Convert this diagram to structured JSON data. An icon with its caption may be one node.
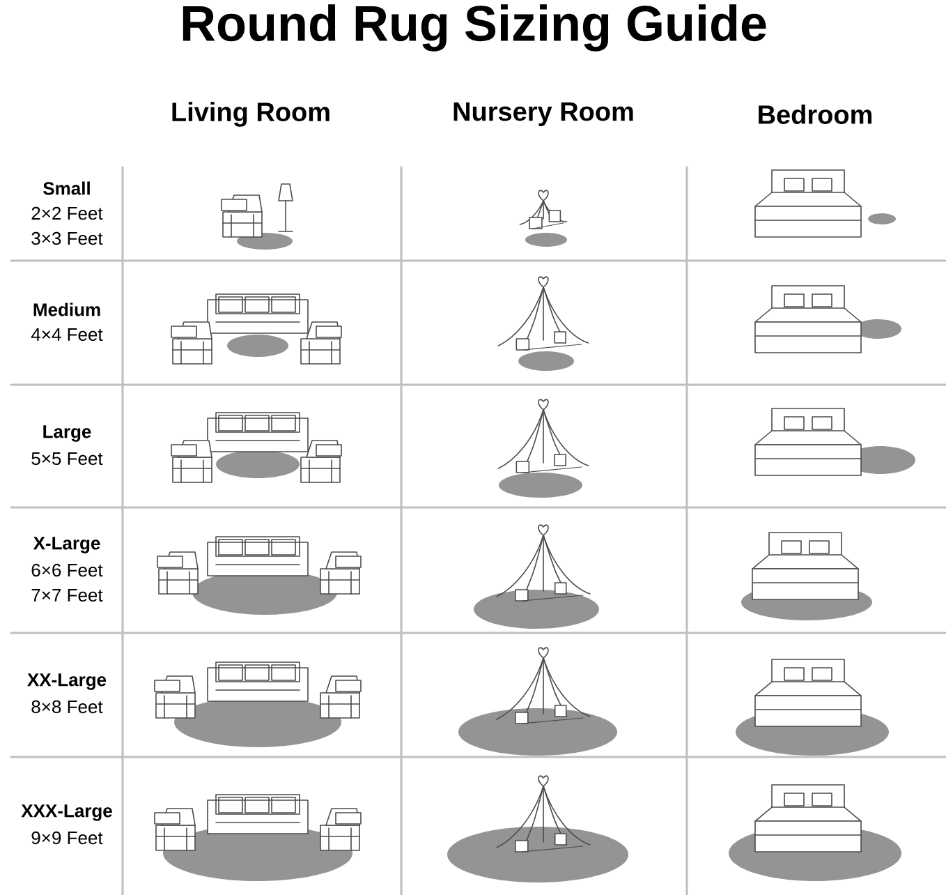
{
  "diagram": {
    "title": "Round Rug Sizing Guide",
    "labels": [
      "Living Room",
      "Nursery Room",
      "Bedroom",
      "Small",
      "2×2 Feet",
      "3×3 Feet",
      "Medium",
      "4×4 Feet",
      "Large",
      "5×5 Feet",
      "X-Large",
      "6×6 Feet",
      "7×7 Feet",
      "XX-Large",
      "8×8 Feet",
      "XXX-Large",
      "9×9 Feet"
    ]
  }
}
